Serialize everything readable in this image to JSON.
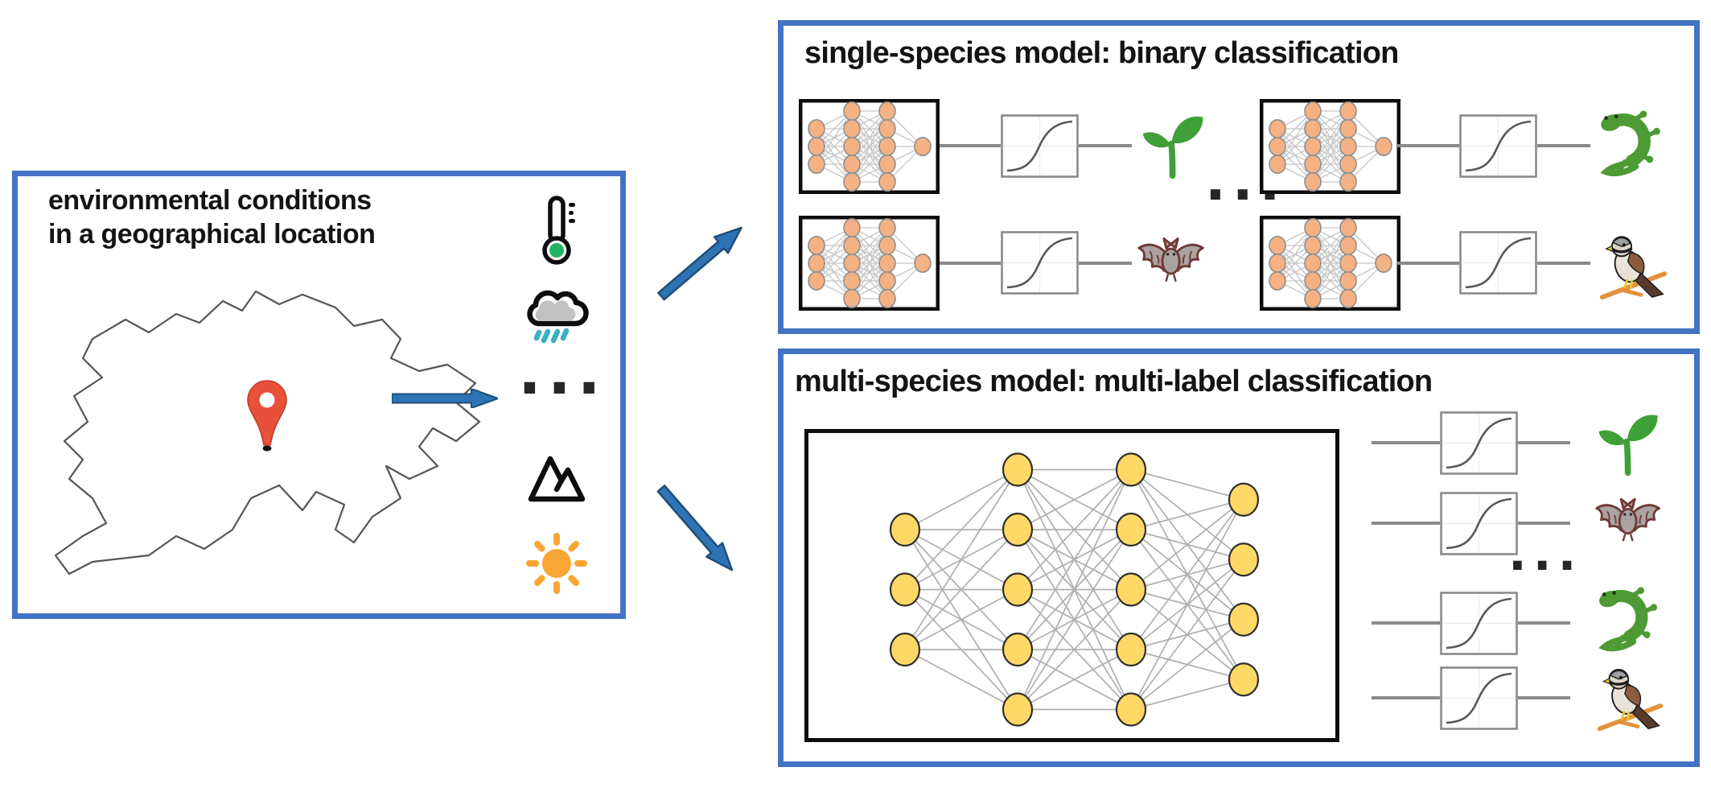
{
  "figure": {
    "input_panel": {
      "title_lines": [
        "environmental conditions",
        "in a geographical location"
      ],
      "ellipsis": "...",
      "map_region": "switzerland",
      "icons": [
        "location-pin",
        "thermometer",
        "rain-cloud",
        "ellipsis",
        "mountain",
        "sun"
      ]
    },
    "single_species_panel": {
      "title": "single-species model: binary classification",
      "ellipsis": "...",
      "units": [
        {
          "species": "seedling"
        },
        {
          "species": "lizard"
        },
        {
          "species": "bat"
        },
        {
          "species": "bird"
        }
      ]
    },
    "multi_species_panel": {
      "title": "multi-species model: multi-label classification",
      "ellipsis": "...",
      "outputs": [
        {
          "species": "seedling"
        },
        {
          "species": "bat"
        },
        {
          "species": "lizard"
        },
        {
          "species": "bird"
        }
      ]
    },
    "networks": {
      "single_layers": [
        3,
        5,
        5,
        1
      ],
      "multi_layers": [
        3,
        5,
        5,
        4
      ]
    },
    "colors": {
      "panel_border": "#4472C4",
      "arrow_fill": "#2E74B5",
      "arrow_edge": "#1F4E79",
      "single_node": "#F4B183",
      "single_node_edge": "#8F8F8F",
      "multi_node": "#FFD966",
      "multi_node_edge": "#2F2F2F",
      "link_gray": "#C6C6C6",
      "multi_link_gray": "#AFAFAF",
      "box_black": "#0d0d0d",
      "sigmoid_box_gray": "#8A8A8A",
      "sigmoid_curve": "#575757",
      "text": "#141414",
      "pin_red": "#E8503A",
      "thermo_green": "#21B366",
      "rain_teal": "#3AAFC5",
      "sun_orange": "#F8A735",
      "seedling_green": "#3FA037",
      "lizard_green": "#4E9A34",
      "bat_outline": "#6E3B35",
      "bat_gray": "#ABA3A3",
      "branch_orange": "#E2923B"
    }
  }
}
